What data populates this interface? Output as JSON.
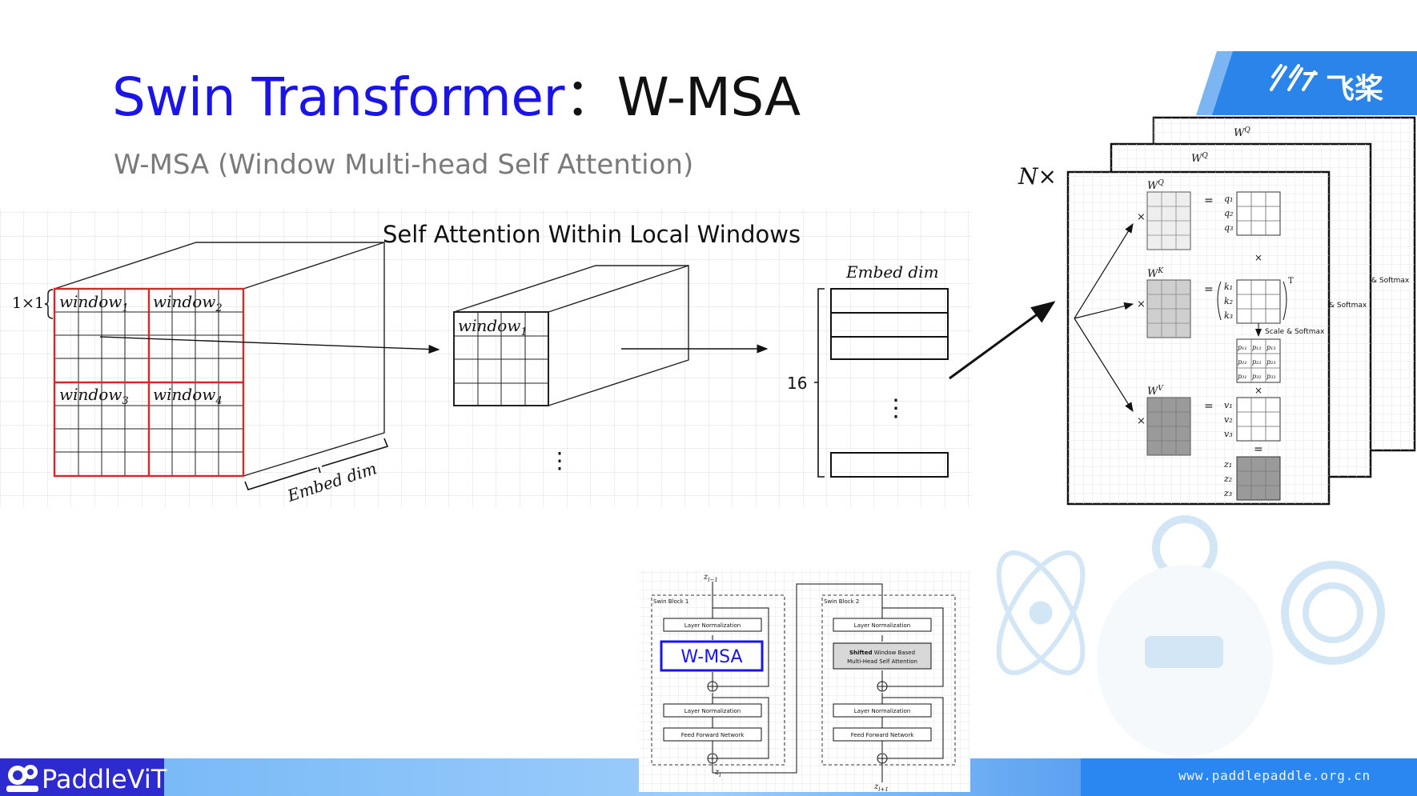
{
  "slide": {
    "title_blue": "Swin Transformer",
    "title_sep": "：",
    "title_black": "W-MSA",
    "subtitle": "W-MSA (Window Multi-head Self Attention)",
    "brand_label": "飞桨",
    "website": "www.paddlepaddle.org.cn",
    "footer_logo": "PaddleViT",
    "colors": {
      "title_blue": "#1a14e8",
      "window_red": "#d22a2a",
      "bar_blue": "#3d8ff0",
      "highlight_blue": "#1a14e8"
    }
  },
  "diagram": {
    "caption": "Self Attention Within Local Windows",
    "one_by_one": "1×1",
    "windows": [
      "window",
      "window",
      "window",
      "window"
    ],
    "window_subs": [
      "1",
      "2",
      "3",
      "4"
    ],
    "single_window": "window",
    "single_window_sub": "1",
    "embed_dim": "Embed dim",
    "embed_dim_bottom": "Embed dim",
    "token_count": "16",
    "dots": "⋮",
    "n_times": "N×"
  },
  "attention": {
    "wq": "W",
    "wq_sup": "Q",
    "wk": "W",
    "wk_sup": "K",
    "wv": "W",
    "wv_sup": "V",
    "times": "×",
    "equals": "=",
    "transpose": "T",
    "scale_softmax": "Scale & Softmax",
    "q_labels": [
      "q₁",
      "q₂",
      "q₃"
    ],
    "k_labels": [
      "k₁",
      "k₂",
      "k₃"
    ],
    "v_labels": [
      "v₁",
      "v₂",
      "v₃"
    ],
    "z_labels": [
      "z₁",
      "z₂",
      "z₃"
    ],
    "p_matrix": [
      [
        "p₁₁",
        "p₁₂",
        "p₁₃"
      ],
      [
        "p₂₁",
        "p₂₂",
        "p₂₃"
      ],
      [
        "p₃₁",
        "p₃₂",
        "p₃₃"
      ]
    ],
    "back_softmax": "& Softmax",
    "back_wq": "W",
    "back_wq_sup": "Q"
  },
  "swin_blocks": {
    "input": "z",
    "input_sub": "l−1",
    "block1_title": "Swin Block 1",
    "block2_title": "Swin Block 2",
    "layer_norm": "Layer Normalization",
    "wmsa": "W-MSA",
    "swmsa_bold": "Shifted",
    "swmsa_rest": " Window Based",
    "swmsa_line2": "Multi-Head Self Attention",
    "ffn": "Feed Forward Network",
    "mid": "z",
    "mid_sub": "l",
    "output": "z",
    "output_sub": "l+1"
  }
}
